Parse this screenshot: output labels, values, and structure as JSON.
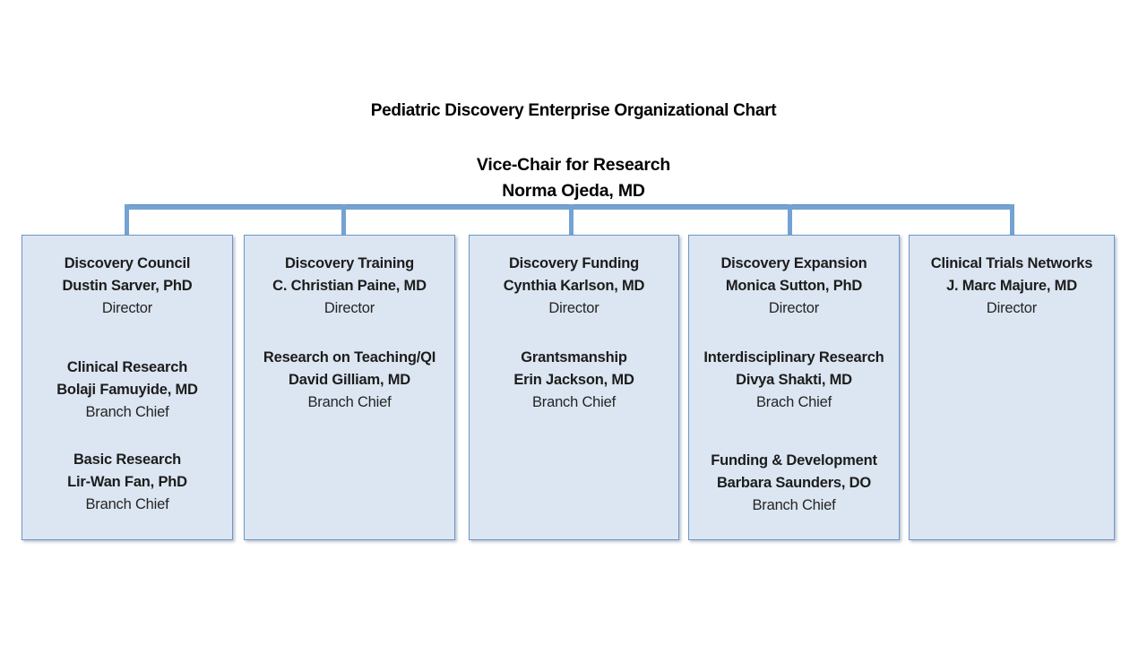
{
  "title": "Pediatric Discovery Enterprise Organizational Chart",
  "root": {
    "role_line": "Vice-Chair for Research",
    "person_line": "Norma Ojeda, MD"
  },
  "colors": {
    "box_fill": "#dce6f2",
    "box_border": "#6d96c4",
    "connector": "#74a2d2",
    "text": "#1c1c1c"
  },
  "boxes": [
    {
      "groups": [
        [
          "Discovery Council",
          "Dustin Sarver, PhD",
          "Director"
        ],
        [
          "Clinical Research",
          "Bolaji Famuyide, MD",
          "Branch Chief"
        ],
        [
          "Basic Research",
          "Lir-Wan Fan, PhD",
          "Branch Chief"
        ]
      ]
    },
    {
      "groups": [
        [
          "Discovery Training",
          "C. Christian Paine, MD",
          "Director"
        ],
        [
          "Research on Teaching/QI",
          "David Gilliam, MD",
          "Branch Chief"
        ]
      ]
    },
    {
      "groups": [
        [
          "Discovery Funding",
          "Cynthia Karlson, MD",
          "Director"
        ],
        [
          "Grantsmanship",
          "Erin Jackson, MD",
          "Branch Chief"
        ]
      ]
    },
    {
      "groups": [
        [
          "Discovery Expansion",
          "Monica Sutton, PhD",
          "Director"
        ],
        [
          "Interdisciplinary Research",
          "Divya Shakti, MD",
          "Brach Chief"
        ],
        [
          "Funding & Development",
          "Barbara Saunders, DO",
          "Branch Chief"
        ]
      ]
    },
    {
      "groups": [
        [
          "Clinical Trials Networks",
          "J. Marc Majure, MD",
          "Director"
        ]
      ]
    }
  ]
}
